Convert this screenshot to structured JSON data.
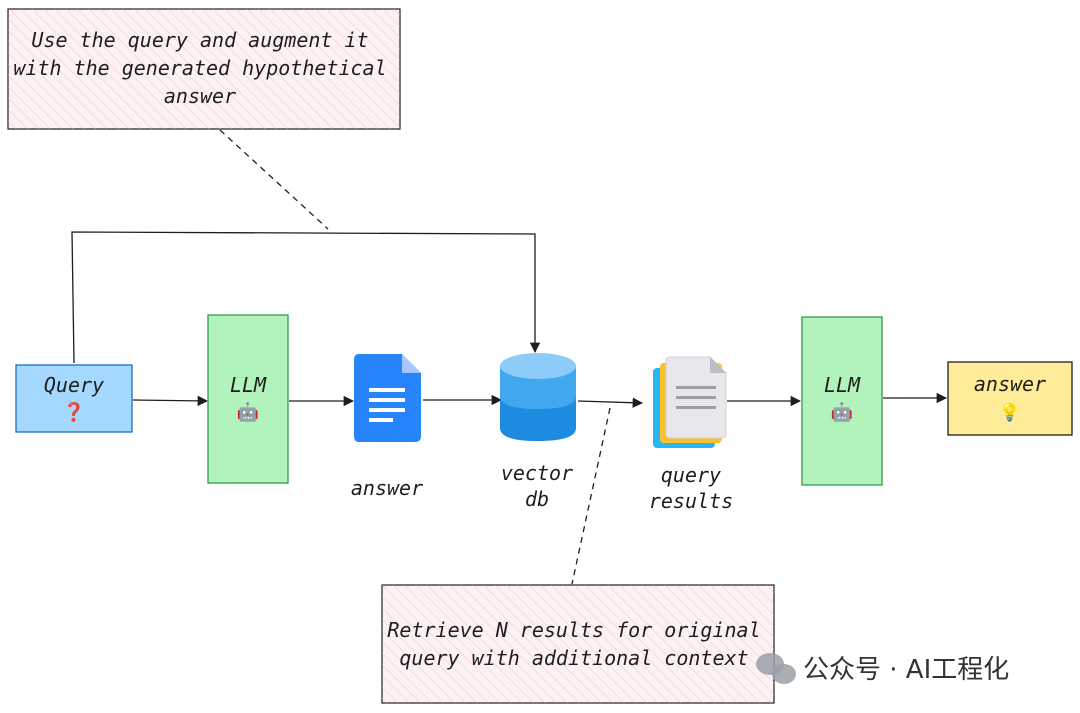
{
  "notes": {
    "top": {
      "lines": [
        "Use the query and augment it",
        "with  the generated hypothetical",
        "answer"
      ]
    },
    "bottom": {
      "lines": [
        "Retrieve N results for original",
        "query with additional context"
      ]
    }
  },
  "nodes": {
    "query": {
      "label": "Query",
      "emoji": "❓"
    },
    "llm1": {
      "label": "LLM",
      "emoji": "🤖"
    },
    "answer_doc": {
      "label": "answer"
    },
    "vector_db": {
      "label_line1": "vector",
      "label_line2": "db"
    },
    "query_results": {
      "label_line1": "query",
      "label_line2": "results"
    },
    "llm2": {
      "label": "LLM",
      "emoji": "🤖"
    },
    "final_answer": {
      "label": "answer",
      "emoji": "💡"
    }
  },
  "watermark": {
    "text": "公众号 · AI工程化"
  },
  "colors": {
    "note_fill": "#fbeaec",
    "note_hatch": "#f3b7bf",
    "query_fill": "#a5d8ff",
    "query_stroke": "#1971c2",
    "llm_fill": "#b2f2bb",
    "llm_stroke": "#2f9e44",
    "answer_fill": "#ffec99",
    "answer_stroke": "#1e1e1e",
    "doc_blue": "#1a73e8",
    "db_top": "#8dccf8",
    "db_mid": "#41a7ee",
    "db_bottom": "#1d8be0"
  }
}
